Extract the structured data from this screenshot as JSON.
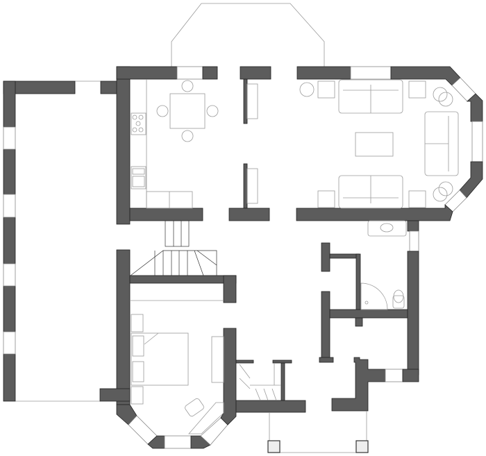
{
  "plan": {
    "rooms": [
      "garage",
      "kitchen-dining",
      "hall",
      "living-room",
      "bathroom",
      "utility",
      "bedroom",
      "closet",
      "porch"
    ],
    "colors": {
      "wall": "#5c5c5c",
      "outline": "#222222",
      "furniture": "#9a9a9a",
      "background": "#ffffff"
    }
  }
}
